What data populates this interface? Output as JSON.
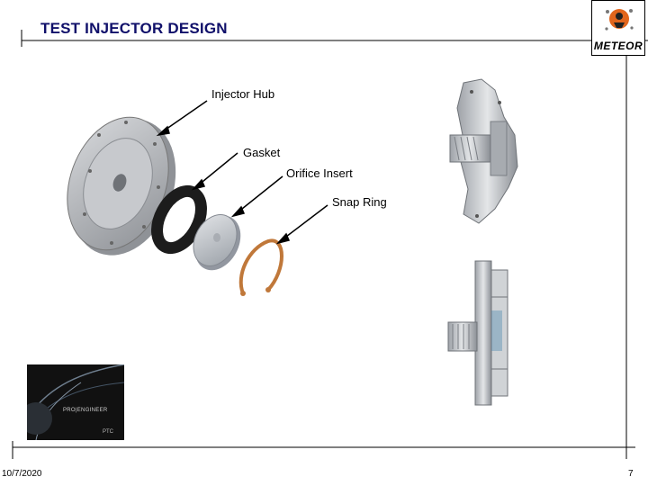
{
  "slide": {
    "title": "TEST INJECTOR DESIGN",
    "footer_date": "10/7/2020",
    "page_number": "7"
  },
  "logo": {
    "text": "METEOR"
  },
  "callouts": [
    {
      "label": "Injector Hub"
    },
    {
      "label": "Gasket"
    },
    {
      "label": "Orifice Insert"
    },
    {
      "label": "Snap Ring"
    }
  ],
  "thumbnail": {
    "brand_text": "PRO|ENGINEER",
    "sub_text": "PTC"
  },
  "colors": {
    "title": "#10106a",
    "hub_metal": "#b9bcc1",
    "gasket": "#1c1c1c",
    "snap_ring": "#c0783a"
  }
}
